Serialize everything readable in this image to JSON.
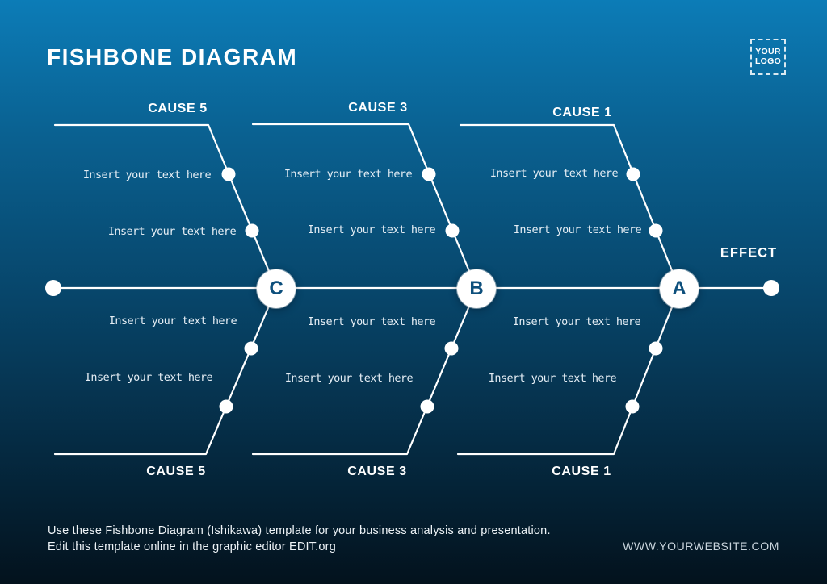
{
  "title": "FISHBONE DIAGRAM",
  "logo": {
    "line1": "YOUR",
    "line2": "LOGO"
  },
  "effect_label": "EFFECT",
  "nodes": [
    "C",
    "B",
    "A"
  ],
  "causes": {
    "top": [
      {
        "label": "CAUSE 5",
        "items": [
          "Insert your text here",
          "Insert your text here"
        ]
      },
      {
        "label": "CAUSE 3",
        "items": [
          "Insert your text here",
          "Insert your text here"
        ]
      },
      {
        "label": "CAUSE 1",
        "items": [
          "Insert your text here",
          "Insert your text here"
        ]
      }
    ],
    "bottom": [
      {
        "label": "CAUSE 5",
        "items": [
          "Insert your text here",
          "Insert your text here"
        ]
      },
      {
        "label": "CAUSE 3",
        "items": [
          "Insert your text here",
          "Insert your text here"
        ]
      },
      {
        "label": "CAUSE 1",
        "items": [
          "Insert your text here",
          "Insert your text here"
        ]
      }
    ]
  },
  "footer": {
    "line1": "Use these Fishbone Diagram (Ishikawa) template for your business analysis and presentation.",
    "line2": "Edit this template online in the graphic editor EDIT.org",
    "website": "WWW.YOURWEBSITE.COM"
  },
  "colors": {
    "background_top": "#0c7cb7",
    "background_bottom": "#03121d",
    "line": "#ffffff",
    "node_letter": "#0d4f7c",
    "placeholder_text": "#e4edf4"
  }
}
